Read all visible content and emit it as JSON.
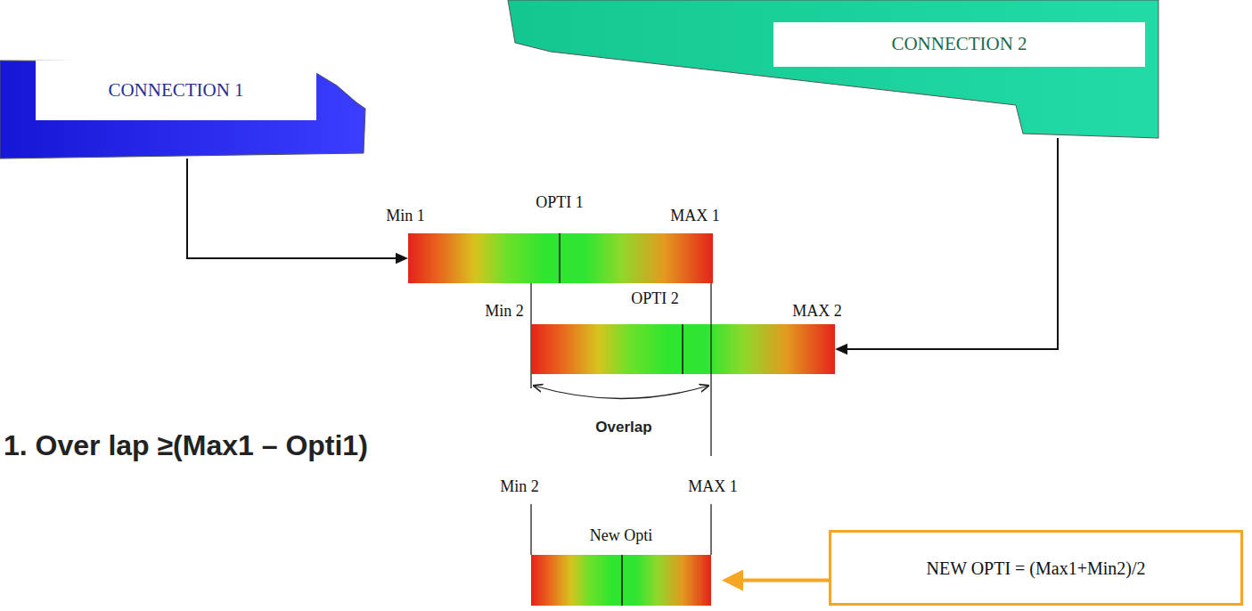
{
  "diagram": {
    "nodes": [
      {
        "text": [
          "CONNECTION 1"
        ]
      },
      {
        "text": [
          "CONNECTION 2"
        ]
      },
      {
        "text": [
          "Min 1",
          "OPTI 1",
          "MAX 1"
        ]
      },
      {
        "text": [
          "Min 2",
          "OPTI 2",
          "MAX 2"
        ]
      },
      {
        "text": [
          "Min 2",
          "MAX 1",
          "New Opti"
        ]
      },
      {
        "text": [
          "NEW OPTI = (Max1+Min2)/2"
        ]
      }
    ],
    "edges": [
      {
        "from": 0,
        "to": 2,
        "arrow": "to"
      },
      {
        "from": 1,
        "to": 3,
        "arrow": "to"
      },
      {
        "from": 5,
        "to": 4,
        "arrow": "to"
      }
    ],
    "labels": [
      "1. Over lap ≥(Max1 – Opti1)",
      "Overlap"
    ]
  }
}
